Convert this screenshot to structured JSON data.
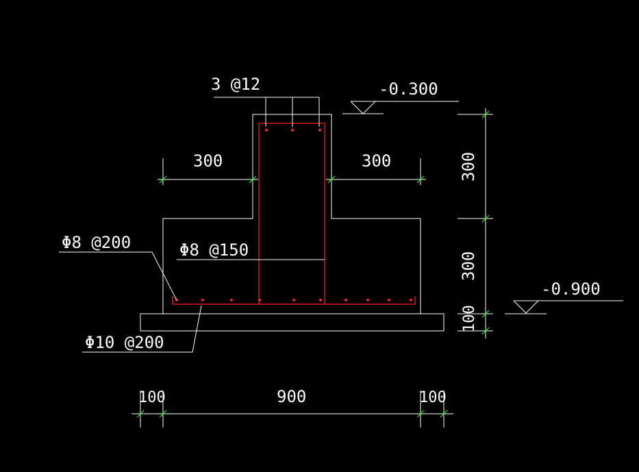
{
  "diagram": {
    "labels": {
      "top_rebar": "3 @12",
      "elevation_top": "-0.300",
      "elevation_bottom": "-0.900",
      "left_width": "300",
      "right_width": "300",
      "upper_height": "300",
      "lower_height": "300",
      "pad_height": "100",
      "slab_rebar": "Φ8 @200",
      "stirrup": "Φ8 @150",
      "bottom_rebar": "Φ10 @200",
      "bottom_left_pad": "100",
      "bottom_width": "900",
      "bottom_right_pad": "100"
    },
    "colors": {
      "background": "#000000",
      "outline": "#ffffff",
      "rebar": "#ff2020",
      "dimension_tick": "#00ff00"
    }
  }
}
